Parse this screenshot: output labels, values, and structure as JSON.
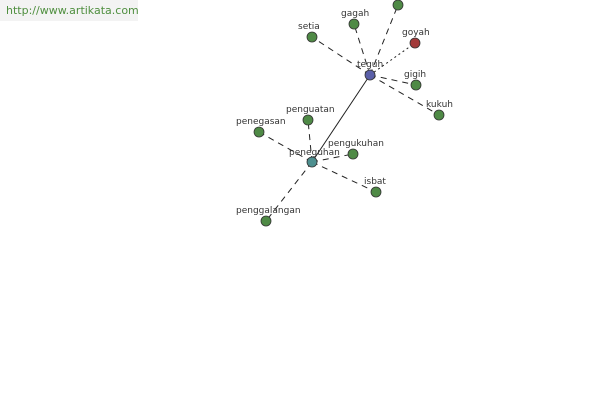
{
  "watermark": "http://www.artikata.com",
  "colors": {
    "hub_primary": "#5a5fa8",
    "hub_secondary": "#4d8f8f",
    "node_green": "#4f8a46",
    "node_red": "#a23a3a"
  },
  "nodes": [
    {
      "id": "teguh",
      "label": "teguh",
      "color": "hub_primary"
    },
    {
      "id": "peneguhan",
      "label": "peneguhan",
      "color": "hub_secondary"
    },
    {
      "id": "gagah",
      "label": "gagah",
      "color": "node_green"
    },
    {
      "id": "setia",
      "label": "setia",
      "color": "node_green"
    },
    {
      "id": "goyah",
      "label": "goyah",
      "color": "node_red"
    },
    {
      "id": "gigih",
      "label": "gigih",
      "color": "node_green"
    },
    {
      "id": "kukuh",
      "label": "kukuh",
      "color": "node_green"
    },
    {
      "id": "top-unlabeled",
      "label": "",
      "color": "node_green"
    },
    {
      "id": "penguatan",
      "label": "penguatan",
      "color": "node_green"
    },
    {
      "id": "penegasan",
      "label": "penegasan",
      "color": "node_green"
    },
    {
      "id": "pengukuhan",
      "label": "pengukuhan",
      "color": "node_green"
    },
    {
      "id": "isbat",
      "label": "isbat",
      "color": "node_green"
    },
    {
      "id": "penggalangan",
      "label": "penggalangan",
      "color": "node_green"
    }
  ],
  "edges": [
    {
      "from": "teguh",
      "to": "peneguhan",
      "style": "solid"
    },
    {
      "from": "teguh",
      "to": "top-unlabeled",
      "style": "dashed"
    },
    {
      "from": "teguh",
      "to": "gagah",
      "style": "dashed"
    },
    {
      "from": "teguh",
      "to": "setia",
      "style": "dashed"
    },
    {
      "from": "teguh",
      "to": "goyah",
      "style": "dotted"
    },
    {
      "from": "teguh",
      "to": "gigih",
      "style": "dashed"
    },
    {
      "from": "teguh",
      "to": "kukuh",
      "style": "dashed"
    },
    {
      "from": "peneguhan",
      "to": "penguatan",
      "style": "dashed"
    },
    {
      "from": "peneguhan",
      "to": "penegasan",
      "style": "dashed"
    },
    {
      "from": "peneguhan",
      "to": "pengukuhan",
      "style": "dashed"
    },
    {
      "from": "peneguhan",
      "to": "isbat",
      "style": "dashed"
    },
    {
      "from": "peneguhan",
      "to": "penggalangan",
      "style": "dashed"
    }
  ]
}
